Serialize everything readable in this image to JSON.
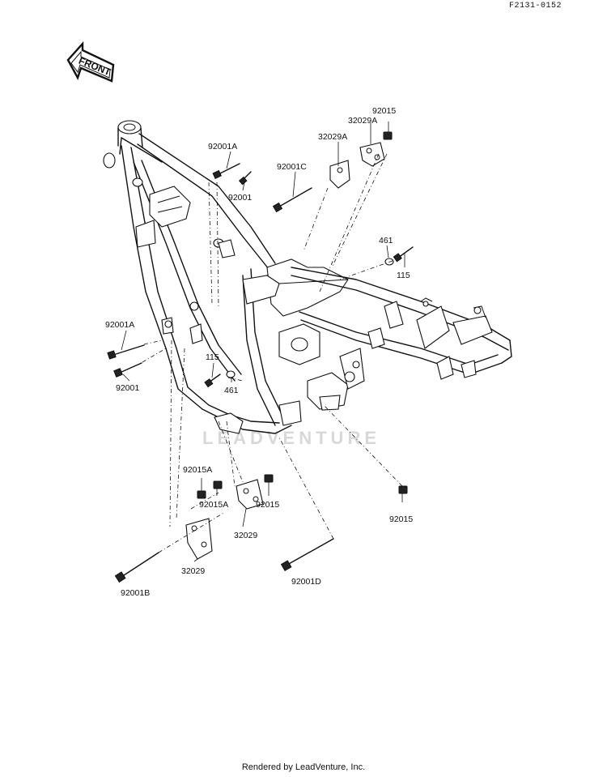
{
  "diagram_code": "F2131-0152",
  "front_arrow_label": "FRONT",
  "watermark": "LEADVENTURE",
  "footer": "Rendered by LeadVenture, Inc.",
  "callouts": {
    "c_92015_top": "92015",
    "c_32029A_a": "32029A",
    "c_32029A_b": "32029A",
    "c_92001A_top": "92001A",
    "c_92001C": "92001C",
    "c_92001_top": "92001",
    "c_461_right": "461",
    "c_115_right": "115",
    "c_92001A_left": "92001A",
    "c_92001_left": "92001",
    "c_115_mid": "115",
    "c_461_mid": "461",
    "c_92015A_a": "92015A",
    "c_92015A_b": "92015A",
    "c_92015_mid": "92015",
    "c_32029_mid": "32029",
    "c_32029_low": "32029",
    "c_92001B": "92001B",
    "c_92001D": "92001D",
    "c_92015_right": "92015"
  }
}
